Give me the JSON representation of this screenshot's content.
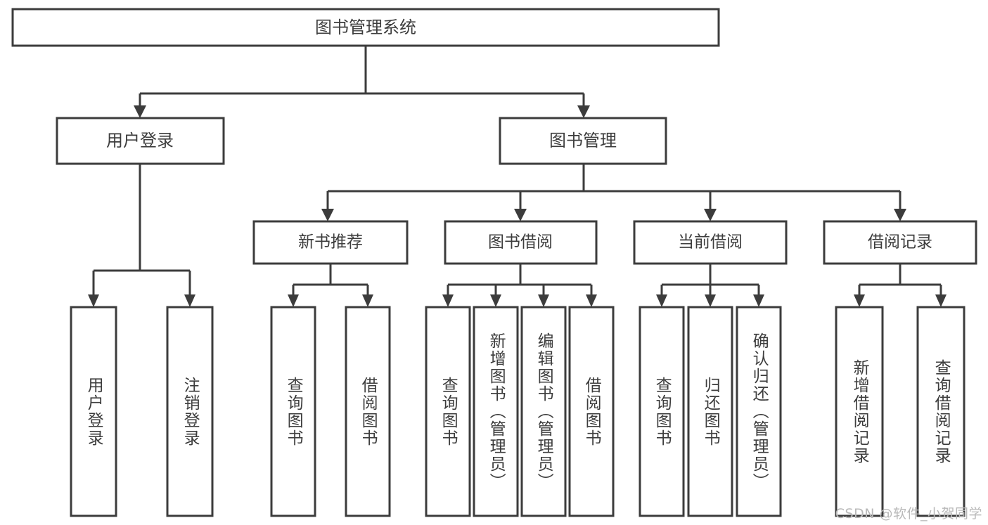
{
  "diagram": {
    "type": "tree",
    "title": "图书管理系统",
    "watermark": "CSDN @软件_小贺同学",
    "colors": {
      "stroke": "#3c3c3c",
      "box_fill": "#ffffff",
      "text": "#3d3d3d",
      "background": "#ffffff",
      "watermark": "#b9b9b9"
    },
    "root": {
      "label": "图书管理系统"
    },
    "level2": [
      {
        "label": "用户登录"
      },
      {
        "label": "图书管理"
      }
    ],
    "level3": [
      {
        "label": "新书推荐"
      },
      {
        "label": "图书借阅"
      },
      {
        "label": "当前借阅"
      },
      {
        "label": "借阅记录"
      }
    ],
    "leaves": [
      {
        "label": "用户登录"
      },
      {
        "label": "注销登录"
      },
      {
        "label": "查询图书"
      },
      {
        "label": "借阅图书"
      },
      {
        "label": "查询图书"
      },
      {
        "label": "新增图书（管理员）"
      },
      {
        "label": "编辑图书（管理员）"
      },
      {
        "label": "借阅图书"
      },
      {
        "label": "查询图书"
      },
      {
        "label": "归还图书"
      },
      {
        "label": "确认归还（管理员）"
      },
      {
        "label": "新增借阅记录"
      },
      {
        "label": "查询借阅记录"
      }
    ]
  }
}
